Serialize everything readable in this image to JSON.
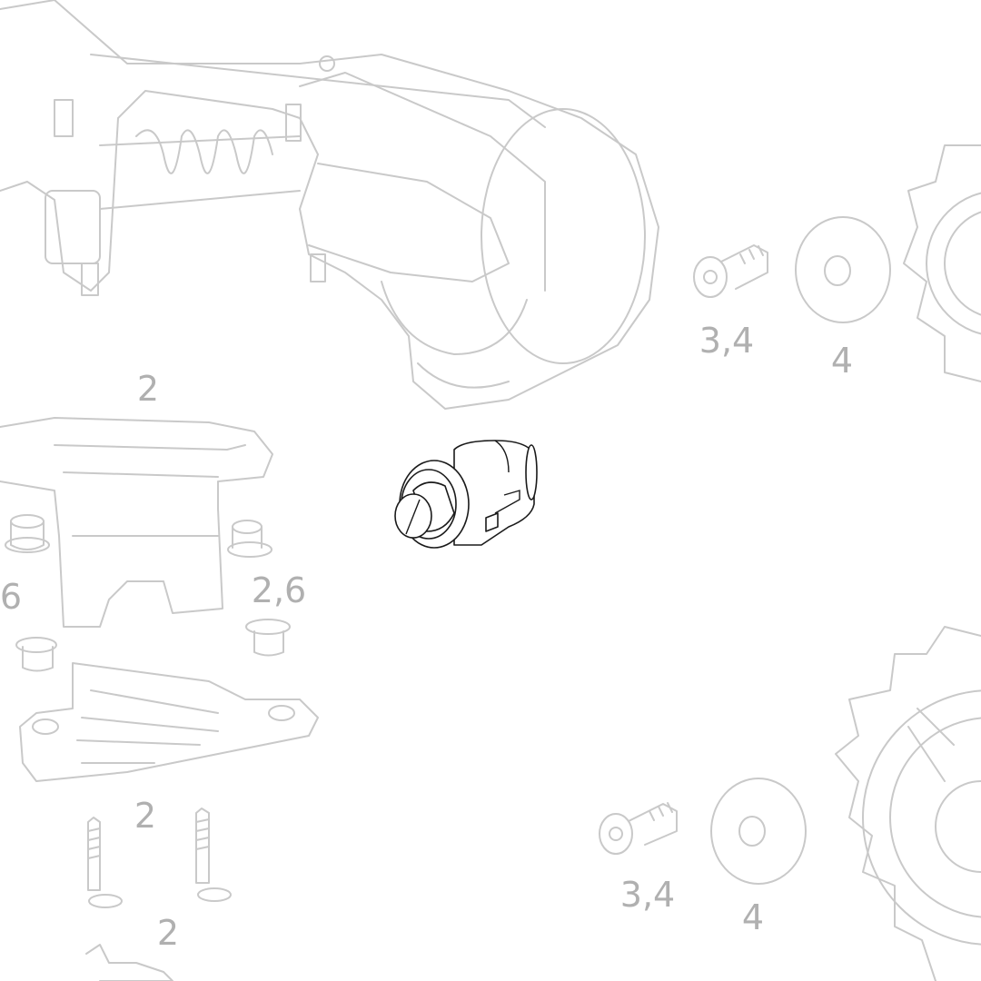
{
  "diagram": {
    "labels": {
      "top_left_cage": "2",
      "upper_bolt": "3,4",
      "upper_washer": "4",
      "left_bushing": "6",
      "right_bushing": "2,6",
      "lower_cage": "2",
      "bottom_clip": "2",
      "lower_bolt": "3,4",
      "lower_washer": "4"
    },
    "colors": {
      "faded_part": "#c9c9c9",
      "highlighted_part": "#1a1a1a",
      "label": "#b0b0b0"
    }
  }
}
